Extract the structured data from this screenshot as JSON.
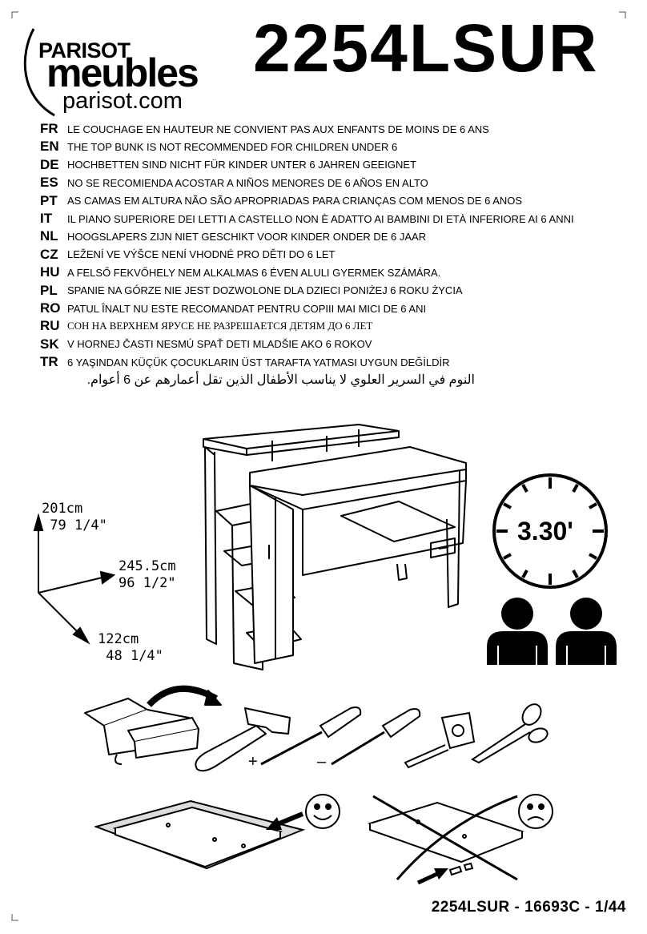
{
  "brand": {
    "top": "PARISOT",
    "main": "meubles",
    "url": "parisot.com"
  },
  "model_code": "2254LSUR",
  "warnings": [
    {
      "lang": "FR",
      "text": "LE COUCHAGE EN HAUTEUR NE CONVIENT PAS AUX ENFANTS DE MOINS DE 6 ANS"
    },
    {
      "lang": "EN",
      "text": "THE TOP BUNK IS NOT RECOMMENDED FOR CHILDREN UNDER 6"
    },
    {
      "lang": "DE",
      "text": "HOCHBETTEN SIND NICHT FÜR KINDER UNTER 6 JAHREN GEEIGNET"
    },
    {
      "lang": "ES",
      "text": "NO SE RECOMIENDA ACOSTAR A NIÑOS MENORES DE 6 AÑOS EN ALTO"
    },
    {
      "lang": "PT",
      "text": "AS CAMAS EM ALTURA NÃO SÃO APROPRIADAS PARA CRIANÇAS COM MENOS DE 6 ANOS"
    },
    {
      "lang": "IT",
      "text": "IL PIANO SUPERIORE DEI LETTI A CASTELLO NON È ADATTO AI BAMBINI DI ETÀ INFERIORE AI 6 ANNI"
    },
    {
      "lang": "NL",
      "text": "HOOGSLAPERS ZIJN NIET GESCHIKT VOOR KINDER ONDER DE 6 JAAR"
    },
    {
      "lang": "CZ",
      "text": "LEŽENÍ VE VÝŠCE NENÍ VHODNÉ PRO DĚTI DO 6 LET"
    },
    {
      "lang": "HU",
      "text": "A FELSŐ FEKVŐHELY NEM ALKALMAS 6 ÉVEN ALULI GYERMEK SZÁMÁRA."
    },
    {
      "lang": "PL",
      "text": "SPANIE NA GÓRZE NIE JEST DOZWOLONE DLA DZIECI PONIŻEJ 6 ROKU ŻYCIA"
    },
    {
      "lang": "RO",
      "text": "PATUL ÎNALT NU ESTE RECOMANDAT PENTRU COPIII MAI MICI DE 6 ANI"
    },
    {
      "lang": "RU",
      "text": "СОН НА ВЕРХНЕМ ЯРУСЕ НЕ РАЗРЕШАЕТСЯ ДЕТЯМ ДО 6 ЛЕТ"
    },
    {
      "lang": "SK",
      "text": "V HORNEJ ČASTI NESMÚ SPAŤ DETI MLADŠIE AKO 6 ROKOV"
    },
    {
      "lang": "TR",
      "text": "6 YAŞINDAN KÜÇÜK ÇOCUKLARIN ÜST TARAFTA YATMASI UYGUN DEĞİLDİR"
    }
  ],
  "arabic_warning": "النوم في السرير العلوي لا يناسب الأطفال الذين تقل أعمارهم عن 6 أعوام.",
  "dimensions": {
    "height_cm": "201cm",
    "height_in": "79 1/4\"",
    "width_cm": "245.5cm",
    "width_in": "96 1/2\"",
    "depth_cm": "122cm",
    "depth_in": "48 1/4\""
  },
  "assembly_time": "3.30'",
  "tools": {
    "phillips_sign": "+",
    "flat_sign": "–"
  },
  "icons": [
    "toolbox-icon",
    "hammer-icon",
    "phillips-screwdriver-icon",
    "flat-screwdriver-icon",
    "tape-measure-icon",
    "scissors-icon",
    "clock-icon",
    "person-icon",
    "smiley-happy-icon",
    "smiley-sad-icon"
  ],
  "footer": "2254LSUR  -  16693C  -  1/44"
}
